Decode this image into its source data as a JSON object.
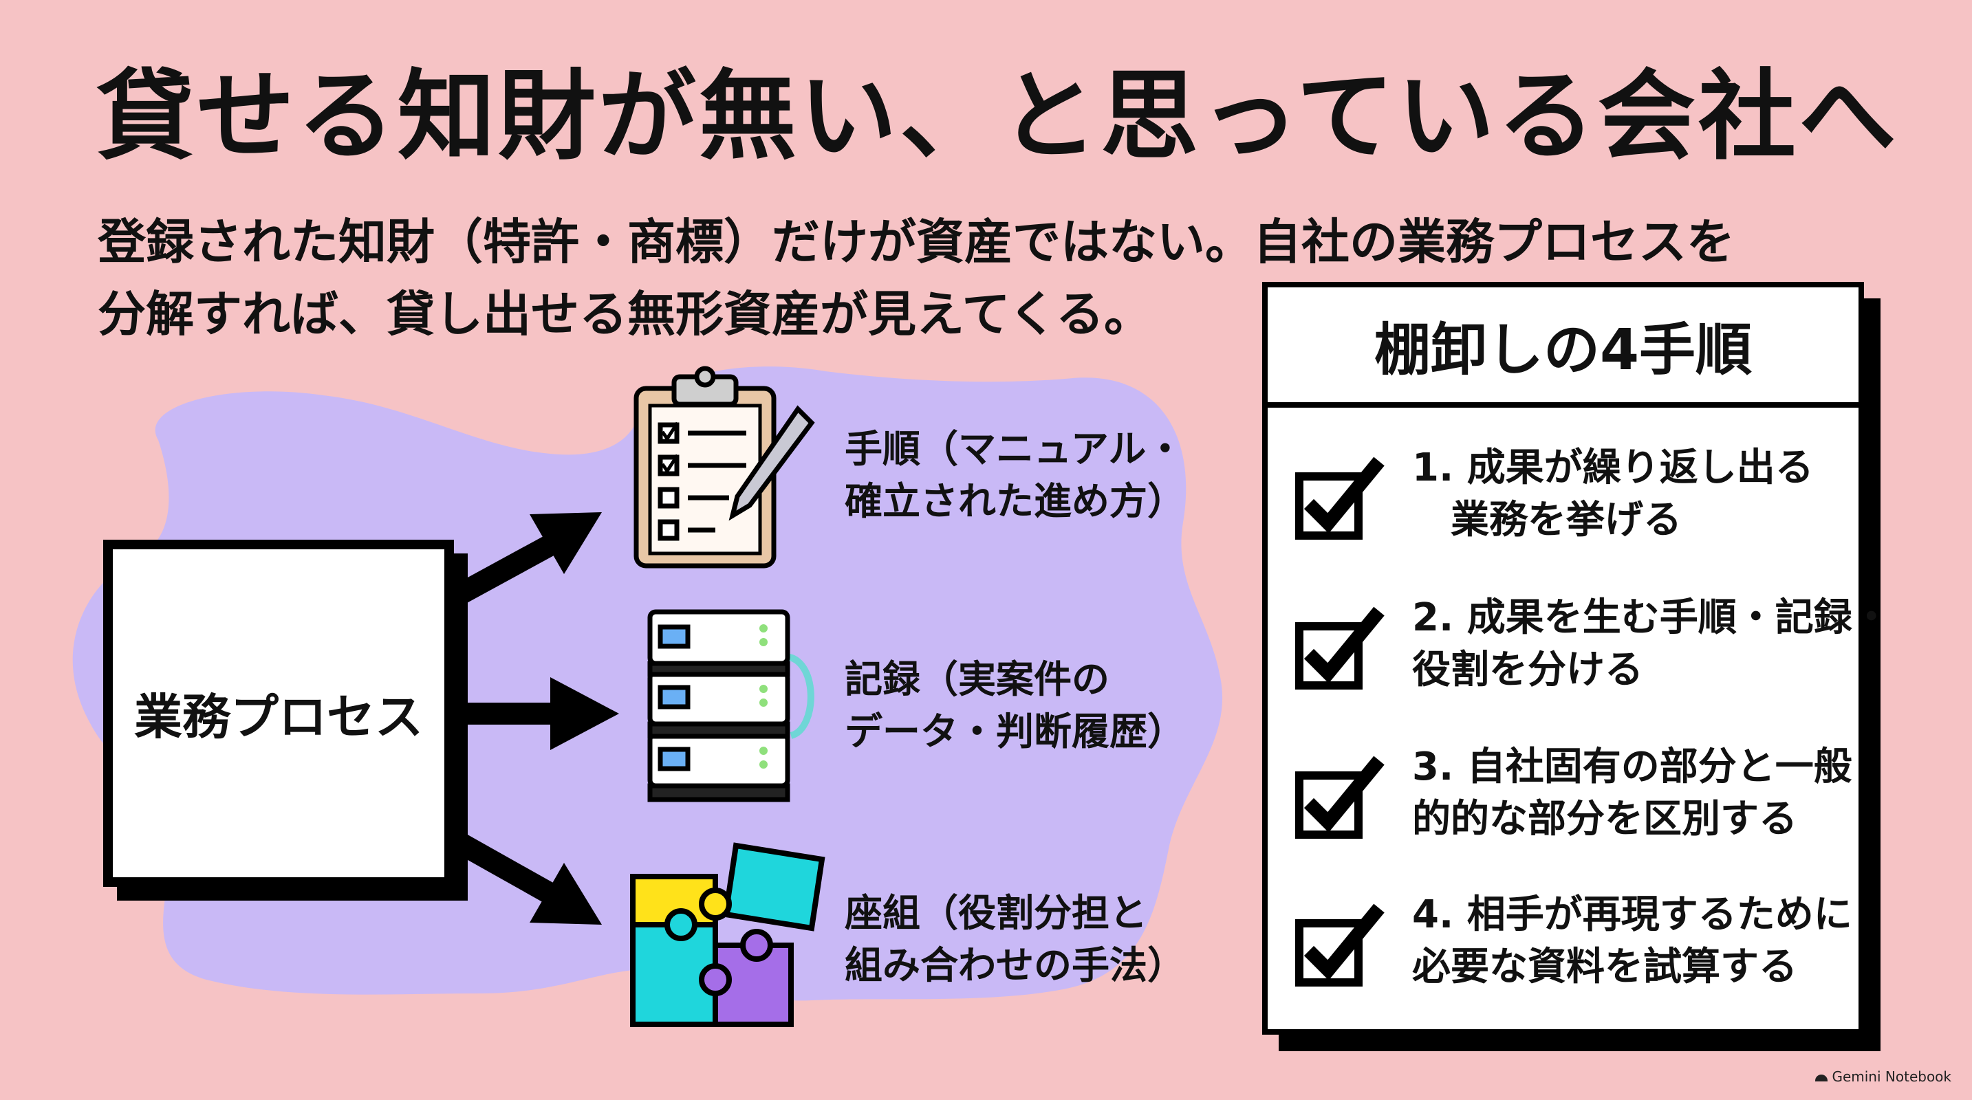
{
  "title": "貸せる知財が無い、と思っている会社へ",
  "subtitle": {
    "line1": "登録された知財（特許・商標）だけが資産ではない。自社の業務プロセスを",
    "line2": "分解すれば、貸し出せる無形資産が見えてくる。"
  },
  "diagram": {
    "source": "業務プロセス",
    "items": [
      {
        "icon": "clipboard-checklist-icon",
        "line1": "手順（マニュアル・",
        "line2": "確立された進め方）"
      },
      {
        "icon": "server-stack-icon",
        "line1": "記録（実案件の",
        "line2": "データ・判断履歴）"
      },
      {
        "icon": "puzzle-pieces-icon",
        "line1": "座組（役割分担と",
        "line2": "組み合わせの手法）"
      }
    ]
  },
  "panel": {
    "title": "棚卸しの4手順",
    "steps": [
      {
        "line1": "1. 成果が繰り返し出る",
        "line2": "　業務を挙げる"
      },
      {
        "line1": "2. 成果を生む手順・記録・",
        "line2": "役割を分ける"
      },
      {
        "line1": "3. 自社固有の部分と一般",
        "line2": "的的な部分を区別する"
      },
      {
        "line1": "4. 相手が再現するために",
        "line2": "必要な資料を試算する"
      }
    ]
  },
  "watermark": "Gemini Notebook",
  "colors": {
    "background": "#f6c3c5",
    "cloud": "#c9b9f6",
    "yellow": "#ffe21a",
    "cyan": "#1fd6dc",
    "purple": "#a56ee8"
  }
}
